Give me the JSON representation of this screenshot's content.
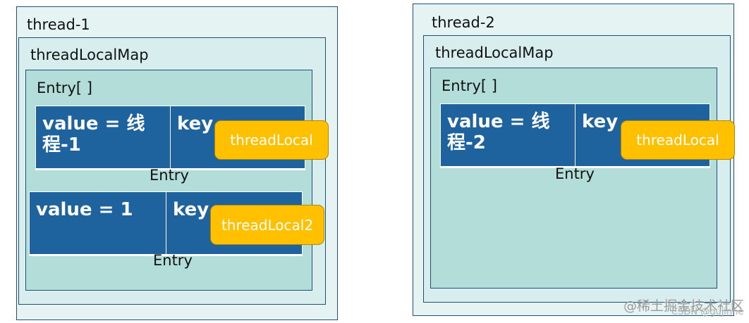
{
  "threads": [
    {
      "title": "thread-1",
      "map_title": "threadLocalMap",
      "array_title": "Entry[ ]",
      "entries": [
        {
          "value_label": "value = 线程-1",
          "key_label": "key",
          "pill": "threadLocal",
          "caption": "Entry"
        },
        {
          "value_label": "value = 1",
          "key_label": "key",
          "pill": "threadLocal2",
          "caption": "Entry"
        }
      ]
    },
    {
      "title": "thread-2",
      "map_title": "threadLocalMap",
      "array_title": "Entry[ ]",
      "entries": [
        {
          "value_label": "value = 线程-2",
          "key_label": "key",
          "pill": "threadLocal",
          "caption": "Entry"
        }
      ]
    }
  ],
  "watermark": {
    "community": "@稀土掘金技术社区",
    "csdn": "CSDN @gujinhe"
  },
  "colors": {
    "thread_bg": "#e5f3f3",
    "map_bg": "#d8eeee",
    "entries_bg": "#b2ddd9",
    "cell_bg": "#1f639e",
    "pill_bg": "#ffc000",
    "border": "#1f4e79"
  }
}
